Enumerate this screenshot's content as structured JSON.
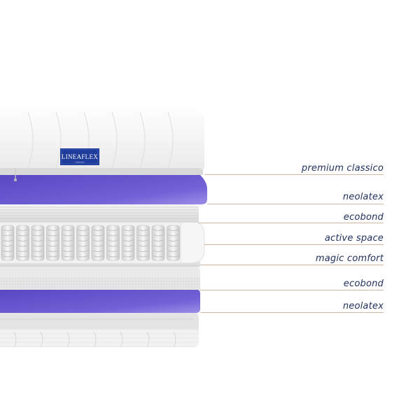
{
  "brand": {
    "name": "LINEAFLEX",
    "tagline": "materassi"
  },
  "colors": {
    "label_text": "#1f2f5c",
    "leader_line": "#d7b9a3",
    "latex_purple": "#6a5bd0",
    "latex_purple_light": "#8c7fe0",
    "fabric_white": "#f3f3f3",
    "badge_blue": "#1f3c9a"
  },
  "layers": [
    {
      "label": "premium classico"
    },
    {
      "label": "neolatex"
    },
    {
      "label": "ecobond"
    },
    {
      "label": "active space"
    },
    {
      "label": "magic comfort"
    },
    {
      "label": "ecobond"
    },
    {
      "label": "neolatex"
    }
  ]
}
